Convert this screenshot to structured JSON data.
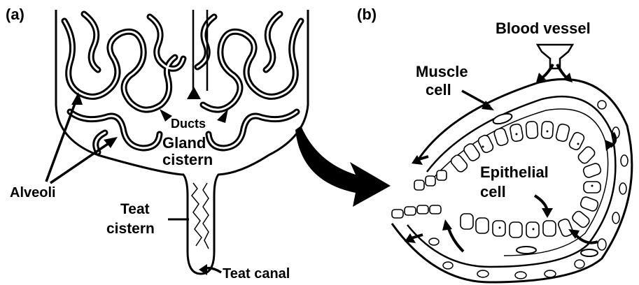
{
  "panels": {
    "a": {
      "label": "(a)",
      "labels": {
        "ducts": "Ducts",
        "gland_cistern_1": "Gland",
        "gland_cistern_2": "cistern",
        "alveoli": "Alveoli",
        "teat_cistern_1": "Teat",
        "teat_cistern_2": "cistern",
        "teat_canal": "Teat canal"
      }
    },
    "b": {
      "label": "(b)",
      "labels": {
        "blood_vessel": "Blood vessel",
        "muscle_cell_1": "Muscle",
        "muscle_cell_2": "cell",
        "epithelial_cell_1": "Epithelial",
        "epithelial_cell_2": "cell"
      }
    }
  },
  "colors": {
    "ink": "#000000",
    "background": "#ffffff"
  }
}
